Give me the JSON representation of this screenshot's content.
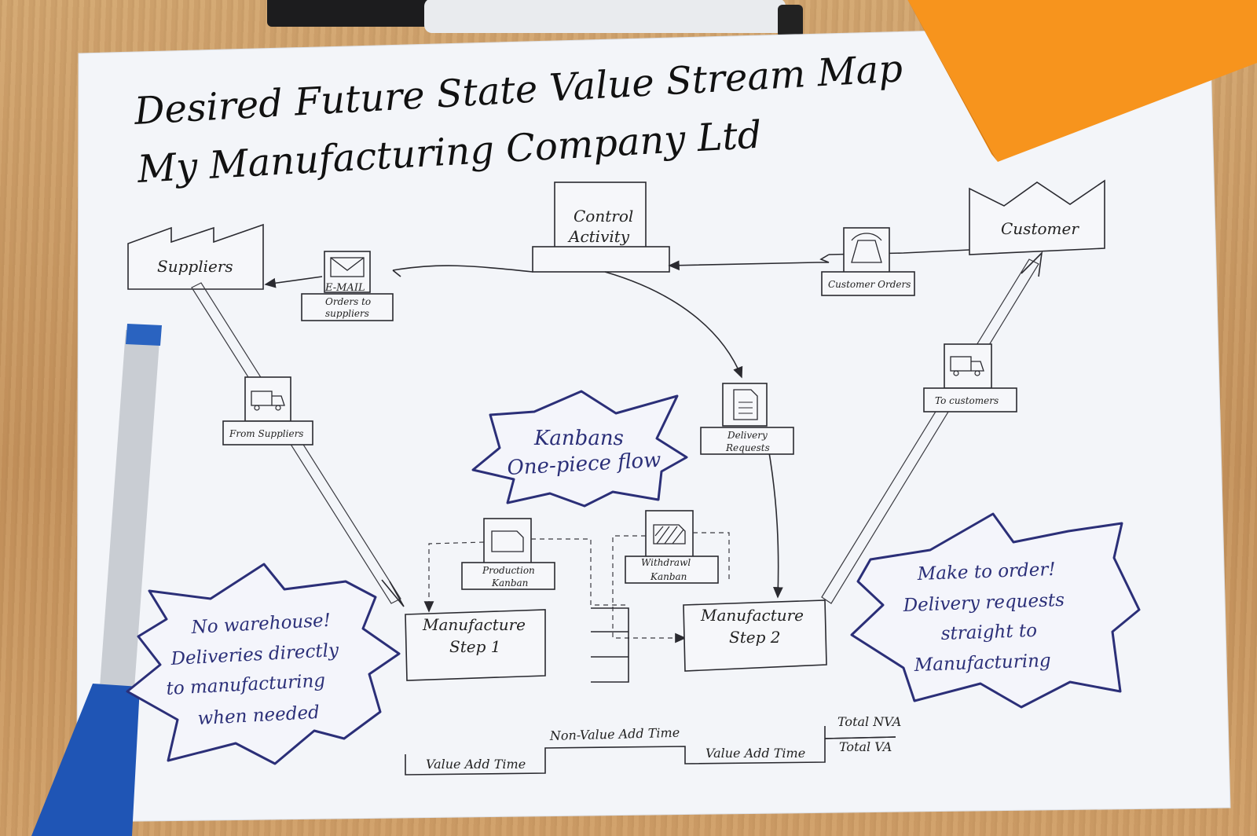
{
  "title_line1": "Desired Future State Value Stream Map",
  "title_line2": "My Manufacturing Company Ltd",
  "nodes": {
    "suppliers": "Suppliers",
    "control_line1": "Control",
    "control_line2": "Activity",
    "customer": "Customer",
    "step1_line1": "Manufacture",
    "step1_line2": "Step 1",
    "step2_line1": "Manufacture",
    "step2_line2": "Step 2"
  },
  "tags": {
    "email_icon_text": "E-MAIL",
    "orders_line1": "Orders to",
    "orders_line2": "suppliers",
    "customer_orders": "Customer Orders",
    "from_suppliers": "From Suppliers",
    "to_customers": "To customers",
    "delivery_line1": "Delivery",
    "delivery_line2": "Requests",
    "production_line1": "Production",
    "production_line2": "Kanban",
    "withdrawl_line1": "Withdrawl",
    "withdrawl_line2": "Kanban"
  },
  "bursts": {
    "kanbans_line1": "Kanbans",
    "kanbans_line2": "One-piece flow",
    "warehouse_line1": "No warehouse!",
    "warehouse_line2": "Deliveries directly",
    "warehouse_line3": "to manufacturing",
    "warehouse_line4": "when needed",
    "order_line1": "Make to order!",
    "order_line2": "Delivery requests",
    "order_line3": "straight to",
    "order_line4": "Manufacturing"
  },
  "timeline": {
    "va1": "Value Add Time",
    "nva": "Non-Value Add Time",
    "va2": "Value Add Time",
    "total_nva": "Total NVA",
    "total_va": "Total VA"
  },
  "colors": {
    "ink": "#2a2a30",
    "burst_blue": "#2b2f78",
    "sticky_orange": "#f7941d",
    "marker_blue": "#2a63c0",
    "desk": "#c89a66",
    "paper": "#f3f5f9"
  },
  "icons": [
    "factory-icon",
    "envelope-icon",
    "phone-icon",
    "truck-icon",
    "document-icon",
    "kanban-card-icon",
    "hatched-kanban-icon"
  ]
}
